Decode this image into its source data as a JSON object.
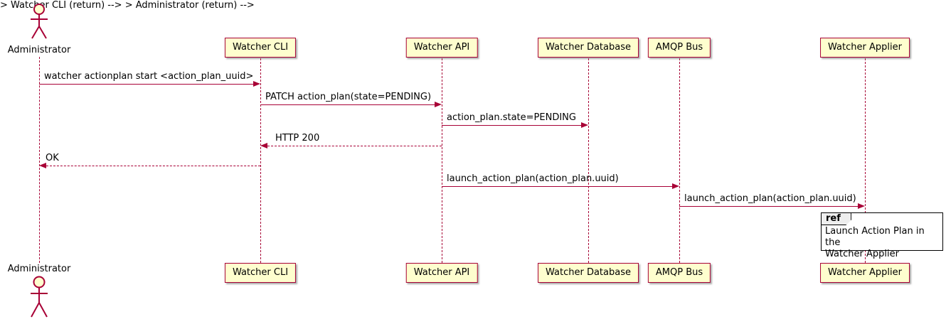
{
  "colors": {
    "participant_fill": "#FEFECE",
    "border": "#A80036",
    "frame_border": "#000000"
  },
  "actor": {
    "name": "Administrator"
  },
  "participants": [
    {
      "label": "Watcher CLI"
    },
    {
      "label": "Watcher API"
    },
    {
      "label": "Watcher Database"
    },
    {
      "label": "AMQP Bus"
    },
    {
      "label": "Watcher Applier"
    }
  ],
  "messages": [
    {
      "from": "Administrator",
      "to": "Watcher CLI",
      "label": "watcher actionplan start <action_plan_uuid>",
      "style": "solid"
    },
    {
      "from": "Watcher CLI",
      "to": "Watcher API",
      "label": "PATCH action_plan(state=PENDING)",
      "style": "solid"
    },
    {
      "from": "Watcher API",
      "to": "Watcher Database",
      "label": "action_plan.state=PENDING",
      "style": "solid"
    },
    {
      "from": "Watcher API",
      "to": "Watcher CLI",
      "label": "HTTP 200",
      "style": "dashed"
    },
    {
      "from": "Watcher CLI",
      "to": "Administrator",
      "label": "OK",
      "style": "dashed"
    },
    {
      "from": "Watcher API",
      "to": "AMQP Bus",
      "label": "launch_action_plan(action_plan.uuid)",
      "style": "solid"
    },
    {
      "from": "AMQP Bus",
      "to": "Watcher Applier",
      "label": "launch_action_plan(action_plan.uuid)",
      "style": "solid"
    }
  ],
  "ref": {
    "keyword": "ref",
    "text_line1": "Launch Action Plan in the",
    "text_line2": "Watcher Applier"
  }
}
